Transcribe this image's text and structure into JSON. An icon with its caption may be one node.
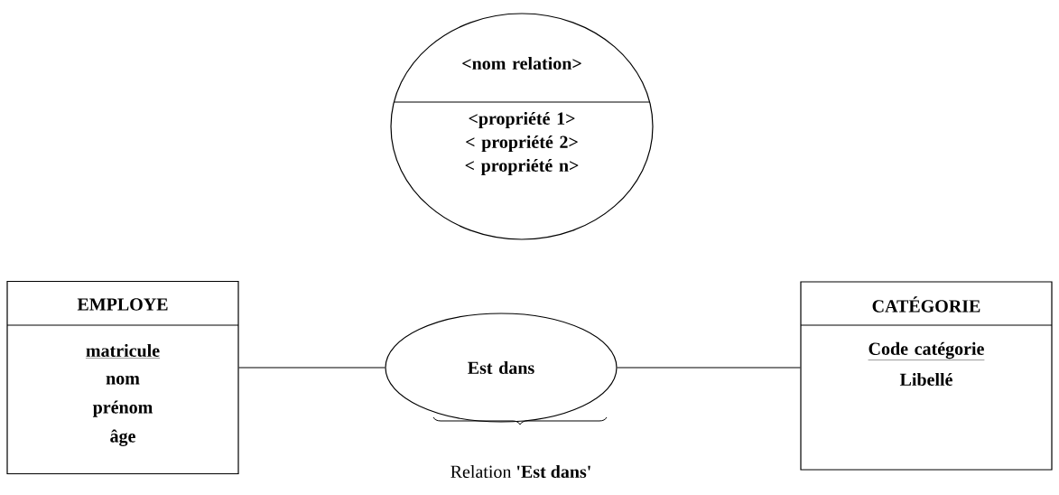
{
  "diagram": {
    "nodes": [
      {
        "text": [
          "<nom relation>",
          "<propriété 1> < propriété 2> < propriété n>"
        ]
      },
      {
        "text": [
          "EMPLOYE",
          "matricule",
          "nom prénom âge"
        ]
      },
      {
        "text": [
          "Est dans"
        ],
        "beside": [
          "Relation **'Est dans'**"
        ]
      },
      {
        "text": [
          "CATÉGORIE",
          "Code catégorie",
          "Libellé"
        ]
      }
    ],
    "edges": [
      {
        "from": 1,
        "to": 2,
        "arrow": "none"
      },
      {
        "from": 2,
        "to": 3,
        "arrow": "none"
      }
    ]
  }
}
